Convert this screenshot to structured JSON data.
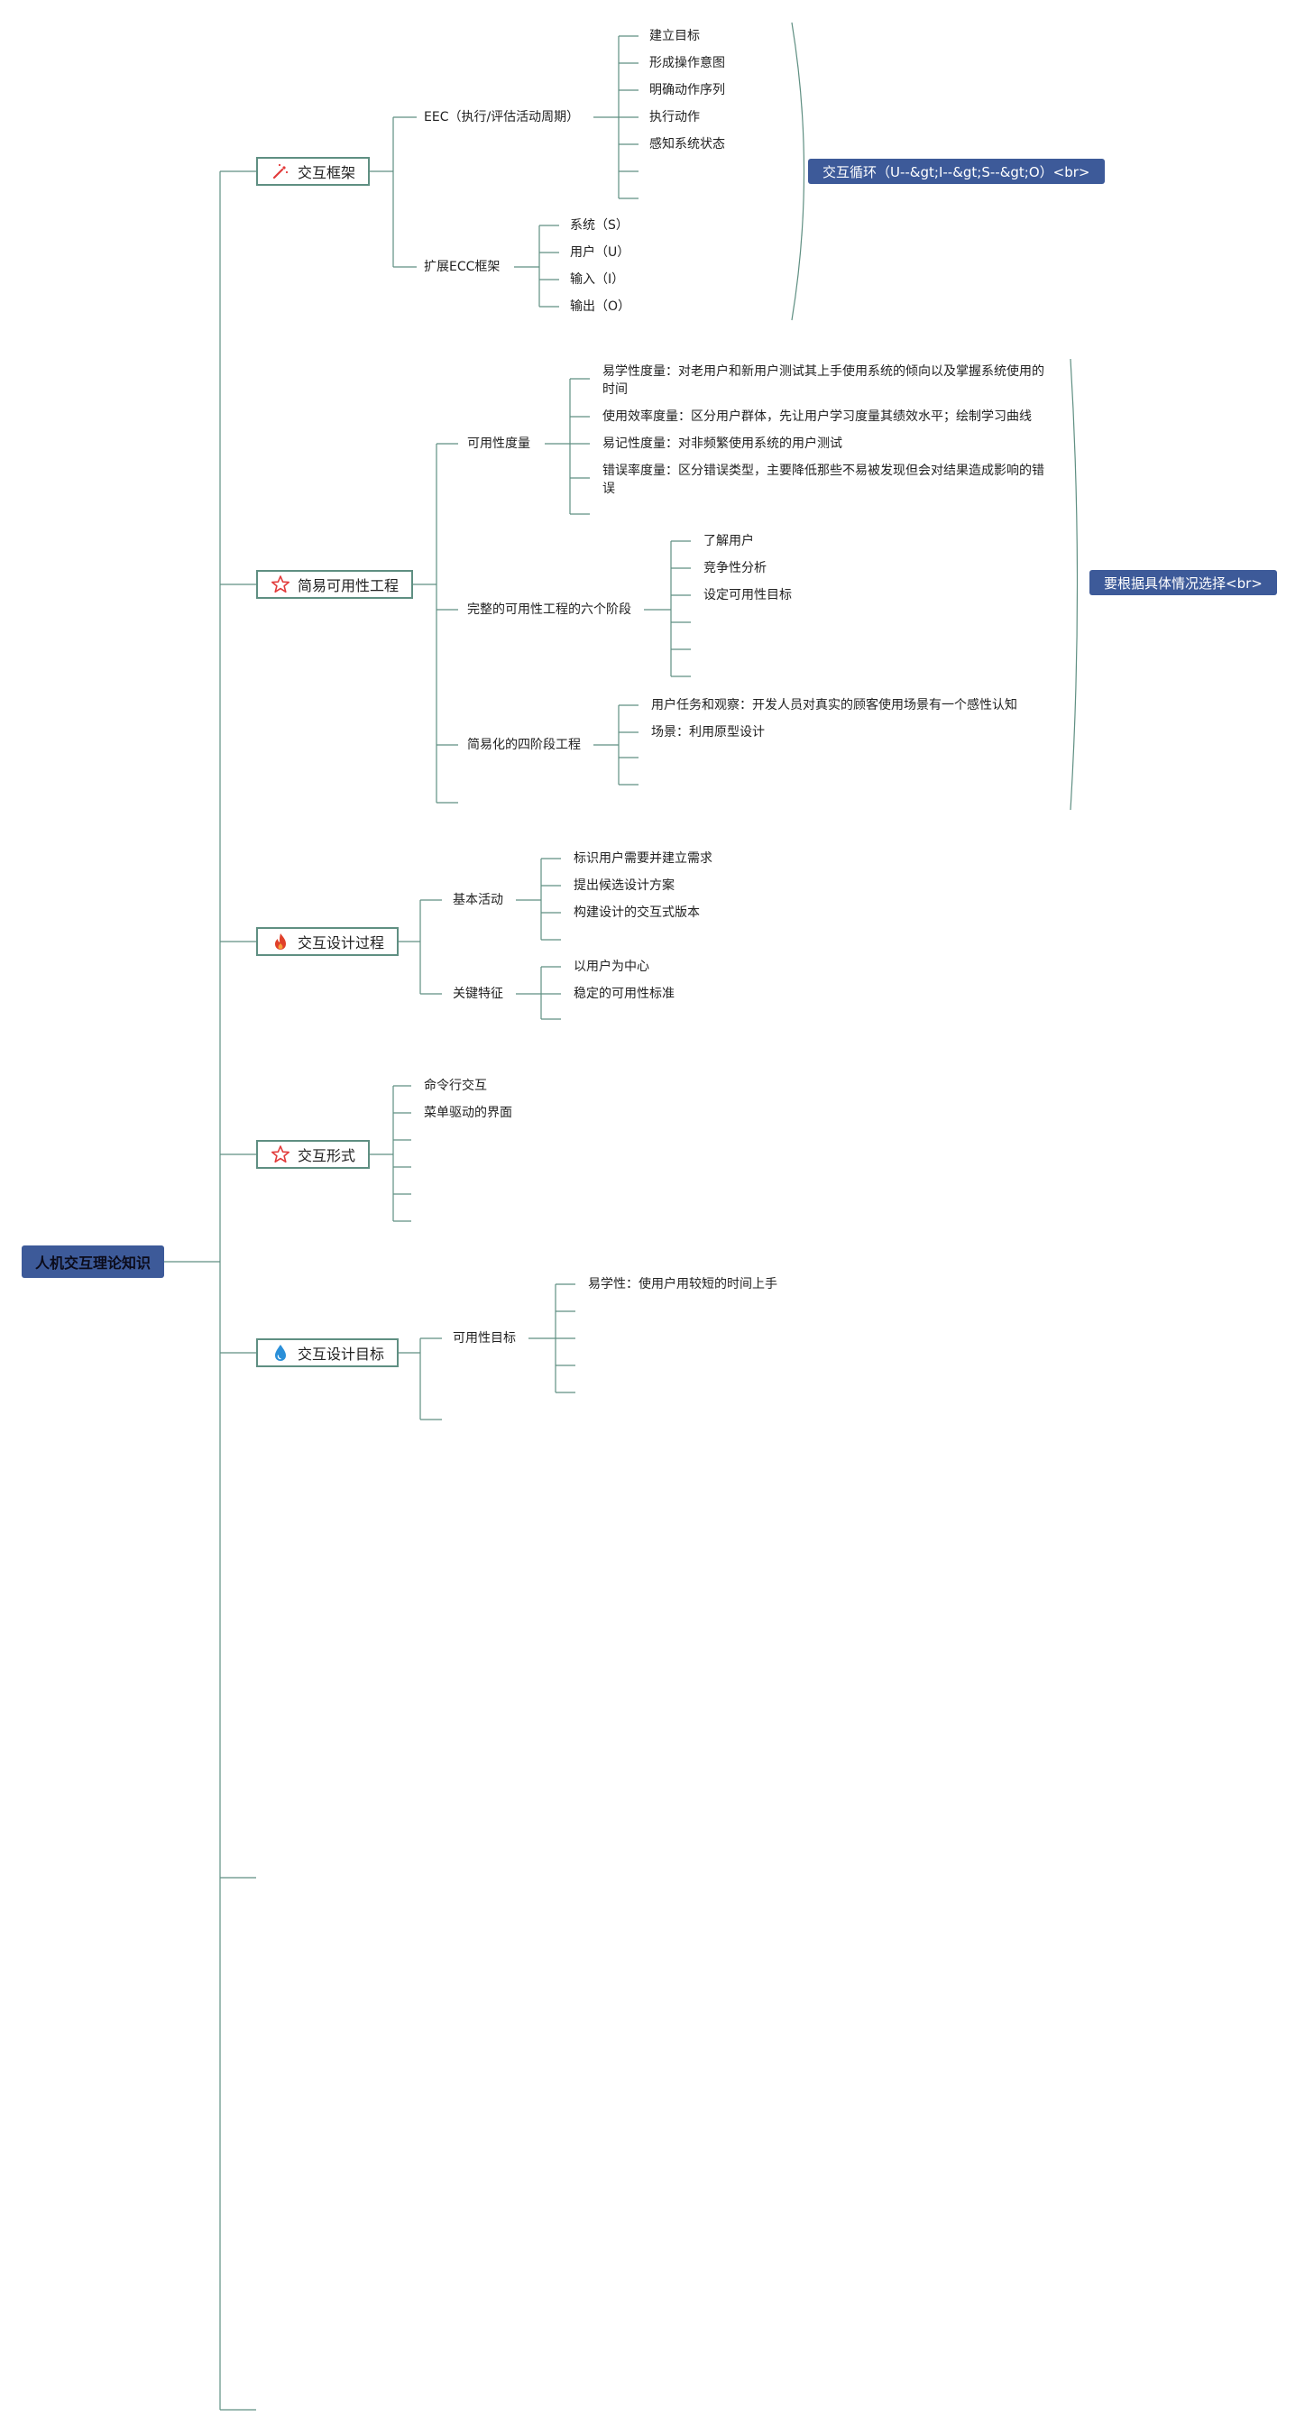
{
  "root": {
    "label": "人机交互理论知识"
  },
  "branches": [
    {
      "label": "交互框架",
      "icon": "wand-icon",
      "children": [
        {
          "label": "EEC（执行/评估活动周期）",
          "children": [
            "建立目标",
            "形成操作意图",
            "明确动作序列",
            "执行动作",
            "感知系统状态",
            ""
          ]
        },
        {
          "label": "扩展ECC框架",
          "children": [
            "系统（S）",
            "用户（U）",
            "输入（I）",
            "输出（O）"
          ]
        }
      ],
      "summary": "交互循环（U--&gt;I--&gt;S--&gt;O）<br>"
    },
    {
      "label": "简易可用性工程",
      "icon": "star-outline-icon",
      "children": [
        {
          "label": "可用性度量",
          "children": [
            "易学性度量：对老用户和新用户测试其上手使用系统的倾向以及掌握系统使用的时间",
            "使用效率度量：区分用户群体，先让用户学习度量其绩效水平；绘制学习曲线",
            "易记性度量：对非频繁使用系统的用户测试",
            "错误率度量：区分错误类型，主要降低那些不易被发现但会对结果造成影响的错误",
            ""
          ]
        },
        {
          "label": "完整的可用性工程的六个阶段",
          "children": [
            "了解用户",
            "竞争性分析",
            "设定可用性目标",
            "",
            "",
            ""
          ]
        },
        {
          "label": "简易化的四阶段工程",
          "children": [
            "用户任务和观察：开发人员对真实的顾客使用场景有一个感性认知",
            "场景：利用原型设计",
            "",
            ""
          ]
        },
        {
          "label": "",
          "children": []
        }
      ],
      "summary": "要根据具体情况选择<br>"
    },
    {
      "label": "交互设计过程",
      "icon": "fire-icon",
      "children": [
        {
          "label": "基本活动",
          "children": [
            "标识用户需要并建立需求",
            "提出候选设计方案",
            "构建设计的交互式版本",
            ""
          ]
        },
        {
          "label": "关键特征",
          "children": [
            "以用户为中心",
            "稳定的可用性标准",
            ""
          ]
        }
      ]
    },
    {
      "label": "交互形式",
      "icon": "star-outline-icon",
      "children": [
        "命令行交互",
        "菜单驱动的界面",
        "",
        "",
        "",
        ""
      ]
    },
    {
      "label": "交互设计目标",
      "icon": "drop-icon",
      "children": [
        {
          "label": "可用性目标",
          "children": [
            "易学性：使用户用较短的时间上手",
            "",
            "",
            "",
            ""
          ]
        },
        {
          "label": "",
          "children": []
        }
      ]
    }
  ],
  "colors": {
    "line": "#5f8f82",
    "summary_bg": "#3d5a99",
    "root_bg": "#3d5a99",
    "fire": "#e0402a",
    "drop": "#2a8fd8",
    "star": "#e23b3b"
  }
}
